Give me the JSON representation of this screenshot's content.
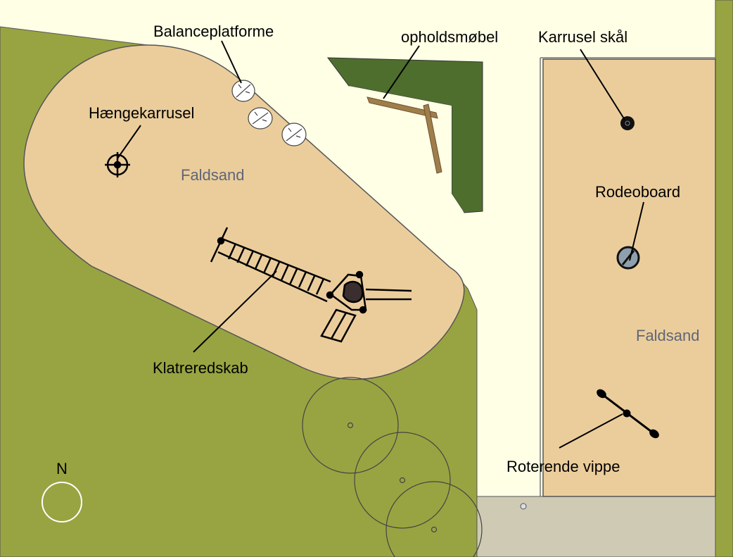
{
  "labels": {
    "balance": "Balanceplatforme",
    "hang": "Hængekarrusel",
    "furniture": "opholdsmøbel",
    "carousel_bowl": "Karrusel skål",
    "rodeo": "Rodeoboard",
    "climbing": "Klatreredskab",
    "rotating_seesaw": "Roterende vippe",
    "north": "N"
  },
  "areas": {
    "sand_left": "Faldsand",
    "sand_right": "Faldsand"
  },
  "colors": {
    "grass": "#98A441",
    "sand": "#EBCD9C",
    "cream": "#FFFFE6",
    "hedge": "#4E6E2E",
    "pavement": "#CFCAB4"
  }
}
